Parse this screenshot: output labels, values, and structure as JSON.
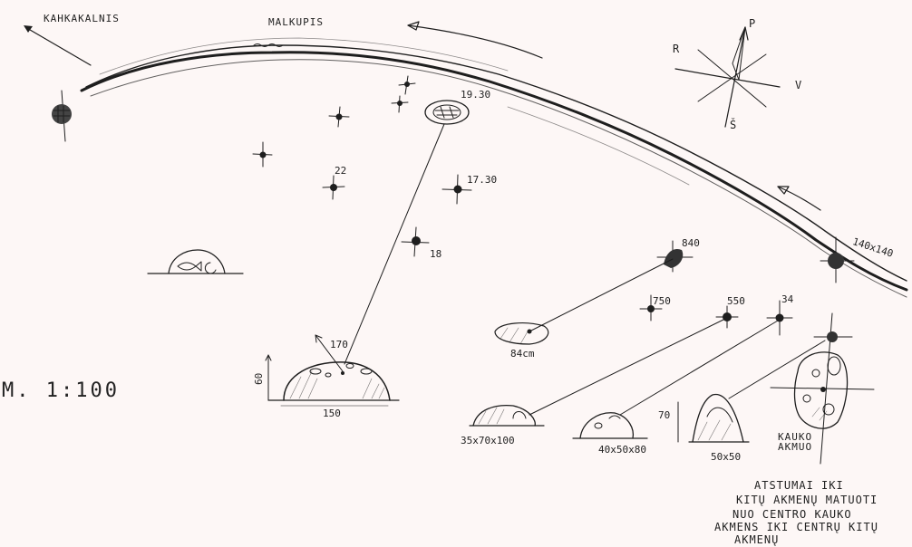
{
  "labels": {
    "kahkakalnis": "KAHKAKALNIS",
    "malkupis": "MALKUPIS",
    "scale": "M. 1:100",
    "kauko_akmuo_1": "KAUKO",
    "kauko_akmuo_2": "AKMUO"
  },
  "compass": {
    "north": "P",
    "south": "Š",
    "east": "V",
    "west": "R"
  },
  "points": {
    "p1930": "19.30",
    "p22": "22",
    "p1730": "17.30",
    "p18": "18",
    "p840": "840",
    "p1440": "140x140",
    "p750": "750",
    "p550": "550",
    "p34": "34"
  },
  "dimensions": {
    "big_width": "150",
    "big_height": "60",
    "big_diag": "170",
    "stone1": "84cm",
    "stone2": "35x70x100",
    "stone3": "40x50x80",
    "stone4": "50x50",
    "stone4_height": "70"
  },
  "note_lines": [
    "ATSTUMAI IKI",
    "KITŲ AKMENŲ MATUOTI",
    "NUO CENTRO KAUKO",
    "AKMENS IKI CENTRŲ KITŲ",
    "AKMENŲ"
  ],
  "colors": {
    "paper": "#fdf7f6",
    "ink": "#1e1e1e"
  }
}
